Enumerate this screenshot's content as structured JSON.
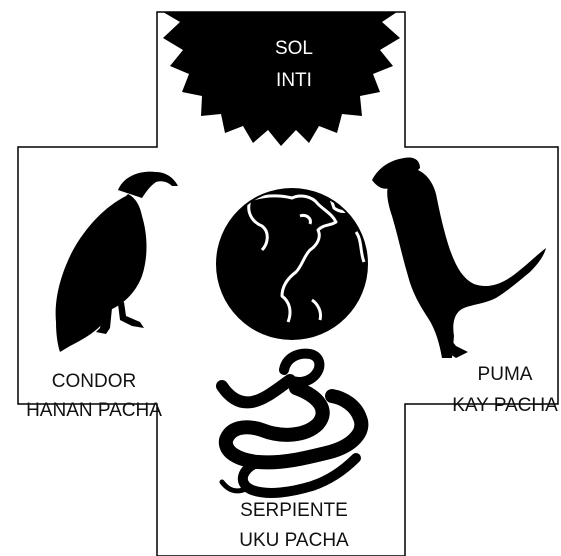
{
  "colors": {
    "ink": "#000000",
    "paper": "#ffffff",
    "label_on_dark": "#ffffff"
  },
  "center": {
    "icon": "globe-icon"
  },
  "sun": {
    "icon": "sun-star-icon",
    "line1": "SOL",
    "line2": "INTI"
  },
  "condor": {
    "icon": "condor-icon",
    "line1": "CONDOR",
    "line2": "HANAN PACHA"
  },
  "puma": {
    "icon": "puma-icon",
    "line1": "PUMA",
    "line2": "KAY PACHA"
  },
  "serpent": {
    "icon": "serpent-icon",
    "line1": "SERPIENTE",
    "line2": "UKU PACHA"
  }
}
